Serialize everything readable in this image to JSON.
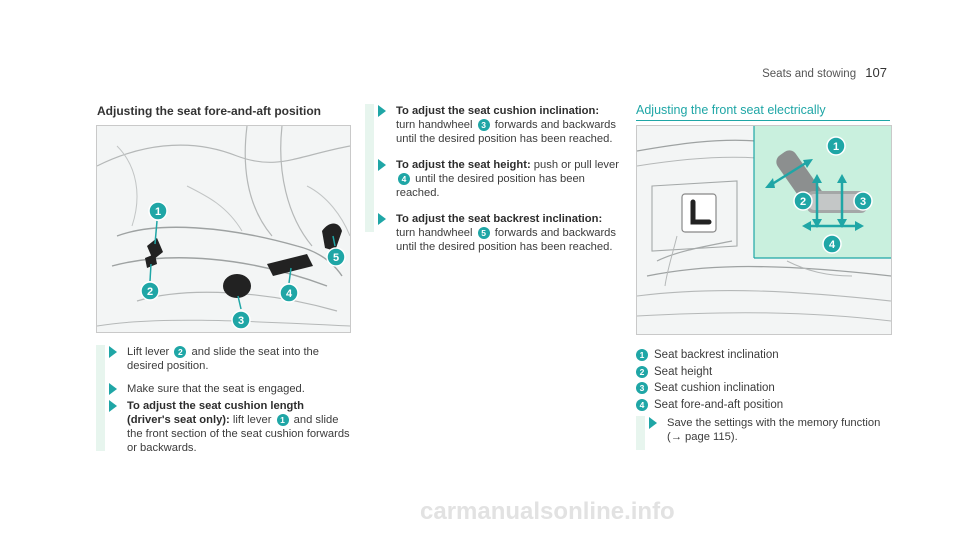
{
  "header": {
    "section": "Seats and stowing",
    "page_number": "107"
  },
  "left": {
    "title": "Adjusting the seat fore-and-aft position",
    "figure": {
      "callouts": [
        "1",
        "2",
        "3",
        "4",
        "5"
      ]
    },
    "steps": [
      {
        "pre": "Lift lever ",
        "num": "2",
        "post": " and slide the seat into the desired position."
      },
      {
        "text": "Make sure that the seat is engaged."
      },
      {
        "bold": "To adjust the seat cushion length (driver's seat only):",
        "pre": " lift lever ",
        "num": "1",
        "post": " and slide the front section of the seat cushion forwards or backwards."
      }
    ]
  },
  "middle": {
    "steps": [
      {
        "bold": "To adjust the seat cushion inclination:",
        "pre": " turn handwheel ",
        "num": "3",
        "post": " forwards and backwards until the desired position has been reached."
      },
      {
        "bold": "To adjust the seat height:",
        "pre": " push or pull lever ",
        "num": "4",
        "post": " until the desired position has been reached."
      },
      {
        "bold": "To adjust the seat backrest inclination:",
        "pre": " turn handwheel ",
        "num": "5",
        "post": " forwards and backwards until the desired position has been reached."
      }
    ]
  },
  "right": {
    "title": "Adjusting the front seat electrically",
    "figure": {
      "callouts": [
        "1",
        "2",
        "3",
        "4"
      ],
      "highlight_color": "#c9f0de"
    },
    "legend": [
      {
        "num": "1",
        "label": "Seat backrest inclination"
      },
      {
        "num": "2",
        "label": "Seat height"
      },
      {
        "num": "3",
        "label": "Seat cushion inclination"
      },
      {
        "num": "4",
        "label": "Seat fore-and-aft position"
      }
    ],
    "step": {
      "pre": "Save the settings with the memory function (",
      "arrow": "→",
      "post": " page 115)."
    }
  },
  "watermark": "carmanualsonline.info",
  "colors": {
    "accent": "#1fa6a6",
    "step_bar": "#e7f5ee"
  }
}
